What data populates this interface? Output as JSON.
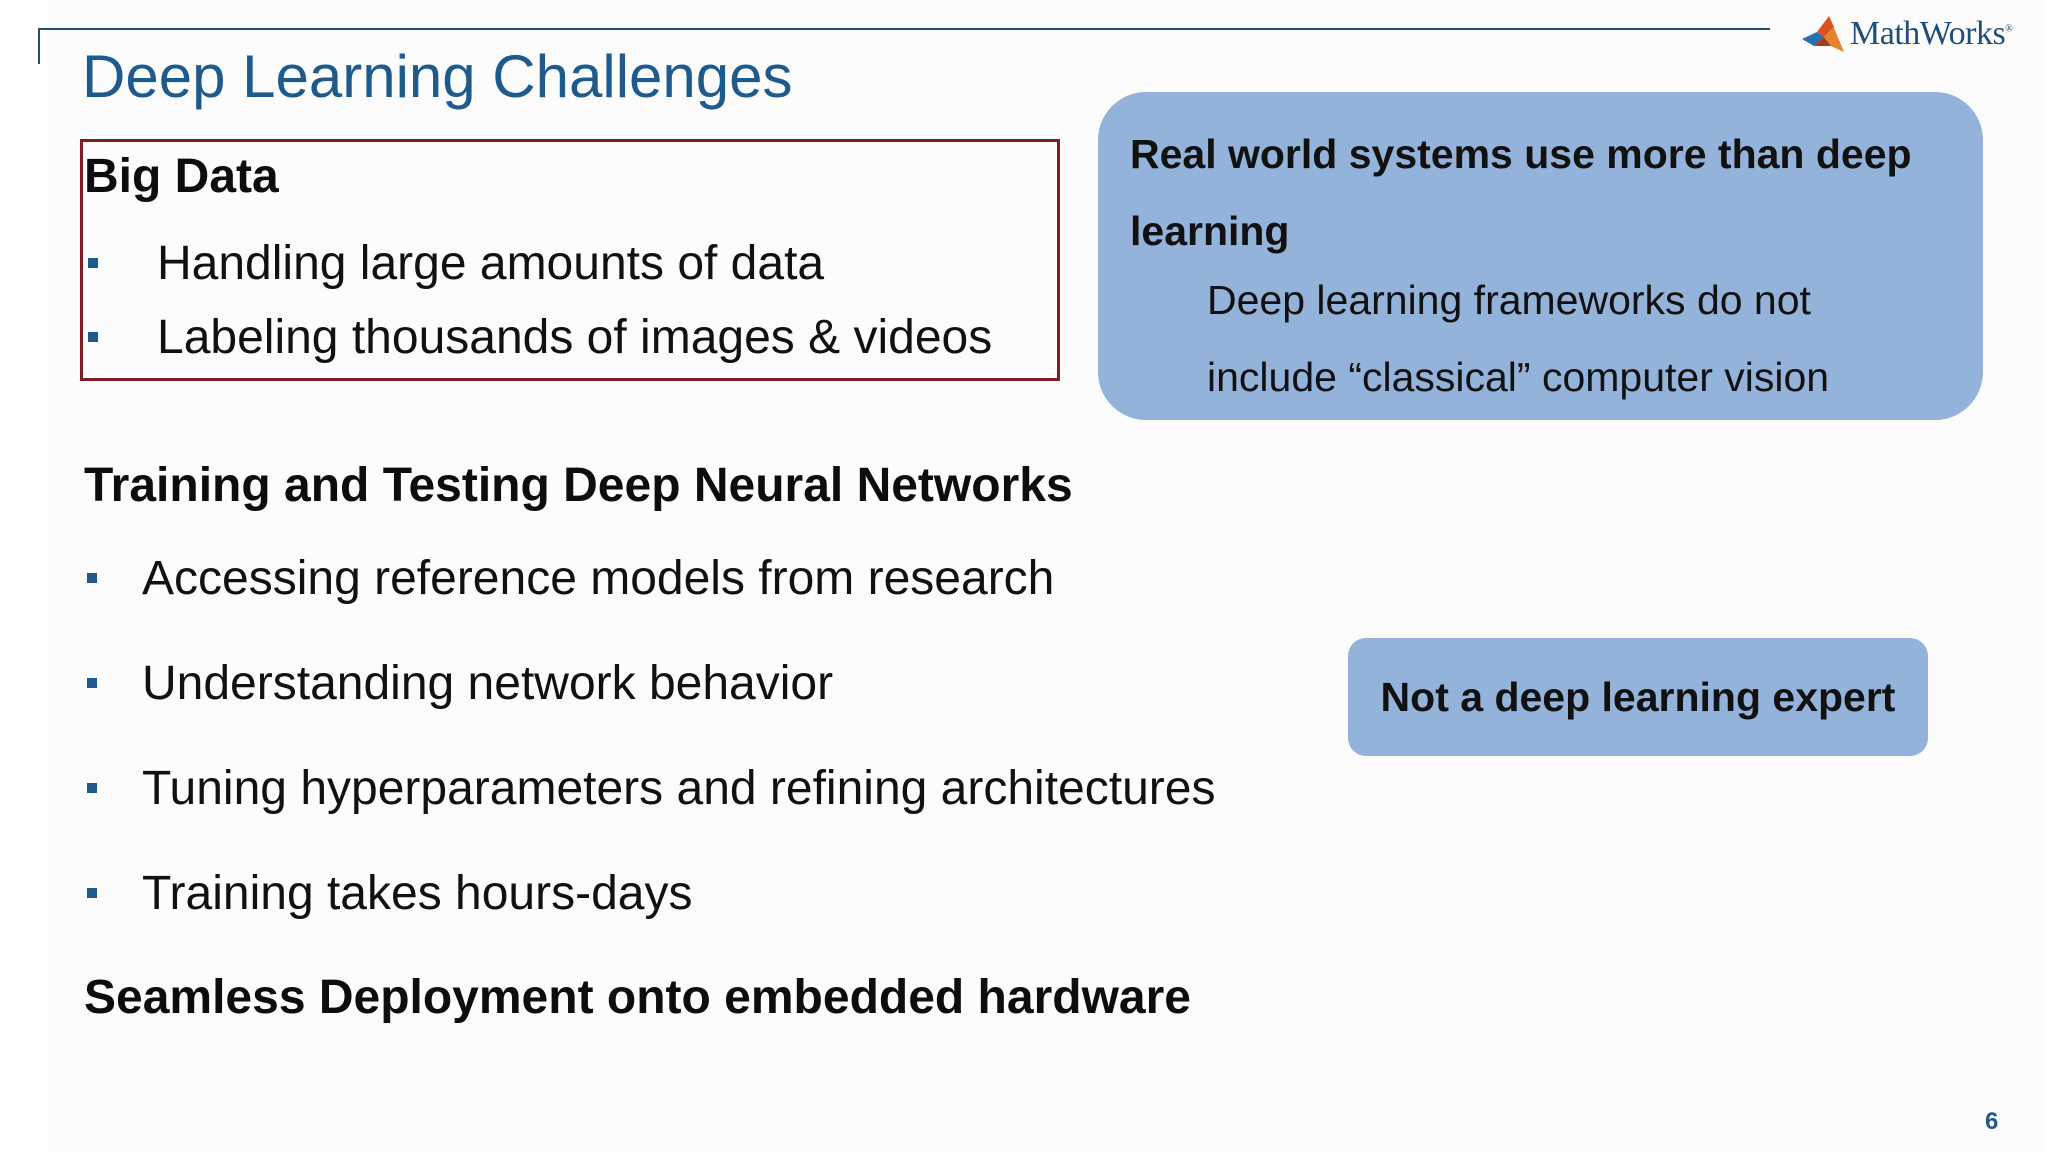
{
  "slide": {
    "title": "Deep Learning Challenges",
    "page_number": "6"
  },
  "logo": {
    "name": "mathworks-logo",
    "text": "MathWorks",
    "trademark": "®"
  },
  "big_data": {
    "heading": "Big Data",
    "bullets": [
      "Handling large amounts of data",
      "Labeling thousands of images & videos"
    ]
  },
  "training": {
    "heading": "Training and Testing Deep Neural Networks",
    "bullets": [
      "Accessing reference models from research",
      "Understanding network behavior",
      "Tuning hyperparameters and refining architectures",
      "Training takes hours-days"
    ]
  },
  "deployment": {
    "heading": "Seamless Deployment onto embedded hardware"
  },
  "callout_systems": {
    "title": "Real world systems use more than deep learning",
    "body": "Deep learning frameworks do not include “classical” computer vision"
  },
  "callout_expert": {
    "text": "Not a deep learning expert"
  },
  "colors": {
    "title": "#1e5a8c",
    "bullet": "#1e5a8c",
    "highlight_border": "#7a1f24",
    "callout_fill": "#94b3da"
  }
}
